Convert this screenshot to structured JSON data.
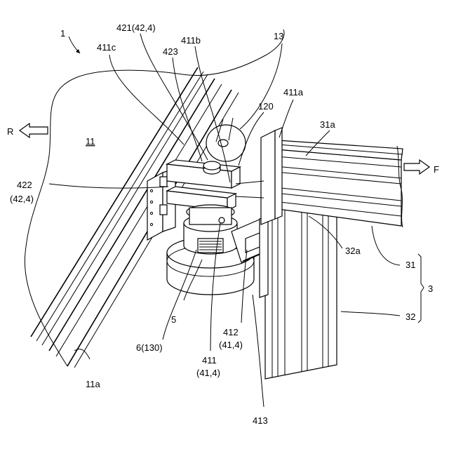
{
  "figure": {
    "labels": {
      "l1": "1",
      "l11": "11",
      "l11a": "11a",
      "l13": "13",
      "l120": "120",
      "l411a": "411a",
      "l411b": "411b",
      "l411c": "411c",
      "l421": "421(42,4)",
      "l423": "423",
      "l422": "422",
      "l422sub": "(42,4)",
      "l31a": "31a",
      "l31": "31",
      "l32a": "32a",
      "l32": "32",
      "l3": "3",
      "l5": "5",
      "l6": "6(130)",
      "l412": "412",
      "l412sub": "(41,4)",
      "l411": "411",
      "l411sub": "(41,4)",
      "l413": "413",
      "arrowR": "R",
      "arrowF": "F"
    }
  }
}
